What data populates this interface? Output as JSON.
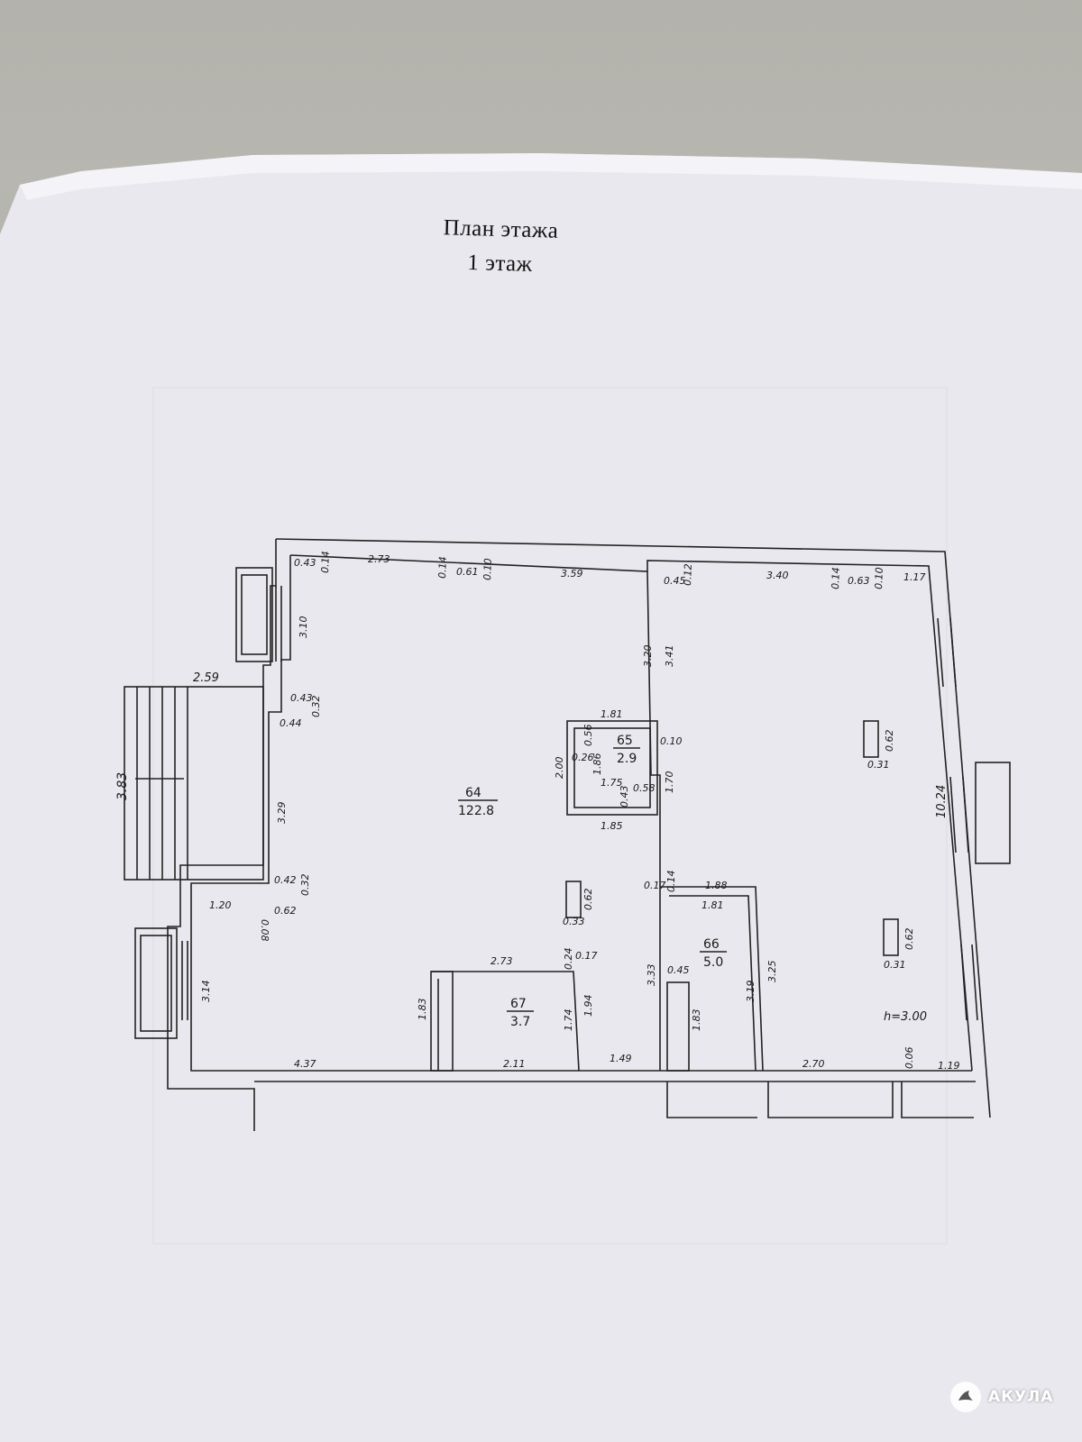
{
  "title": {
    "line1": "План этажа",
    "line2": "1 этаж"
  },
  "rooms": [
    {
      "id": "64",
      "area": "122.8"
    },
    {
      "id": "65",
      "area": "2.9"
    },
    {
      "id": "66",
      "area": "5.0"
    },
    {
      "id": "67",
      "area": "3.7"
    }
  ],
  "height_note": "h=3.00",
  "dimensions": {
    "top_left": [
      "0.43",
      "0.14",
      "2.73",
      "0.14",
      "0.61",
      "0.10",
      "3.59"
    ],
    "top_right": [
      "0.45",
      "0.12",
      "3.40",
      "0.14",
      "0.63",
      "0.10",
      "1.17"
    ],
    "left": [
      "3.10",
      "2.59",
      "3.83",
      "0.43",
      "0.32",
      "0.44",
      "3.29",
      "0.42",
      "0.32",
      "1.20",
      "0.08",
      "0.62",
      "3.14"
    ],
    "center_wall": [
      "3.20",
      "3.41",
      "0.10",
      "1.70"
    ],
    "room65": [
      "1.81",
      "0.56",
      "0.26",
      "2.00",
      "1.86",
      "1.75",
      "0.58",
      "0.43",
      "1.85"
    ],
    "room66": [
      "0.17",
      "0.14",
      "1.88",
      "1.81",
      "3.33",
      "0.45",
      "1.83",
      "3.19",
      "3.25"
    ],
    "room67": [
      "2.73",
      "0.24",
      "0.17",
      "1.83",
      "1.74",
      "1.94"
    ],
    "bottom": [
      "4.37",
      "2.11",
      "1.49",
      "2.70",
      "0.06",
      "1.19"
    ],
    "right": [
      "10.24"
    ],
    "columns": [
      "0.62",
      "0.31",
      "0.62",
      "0.33",
      "0.62",
      "0.31"
    ]
  },
  "watermark": "АКУЛА"
}
